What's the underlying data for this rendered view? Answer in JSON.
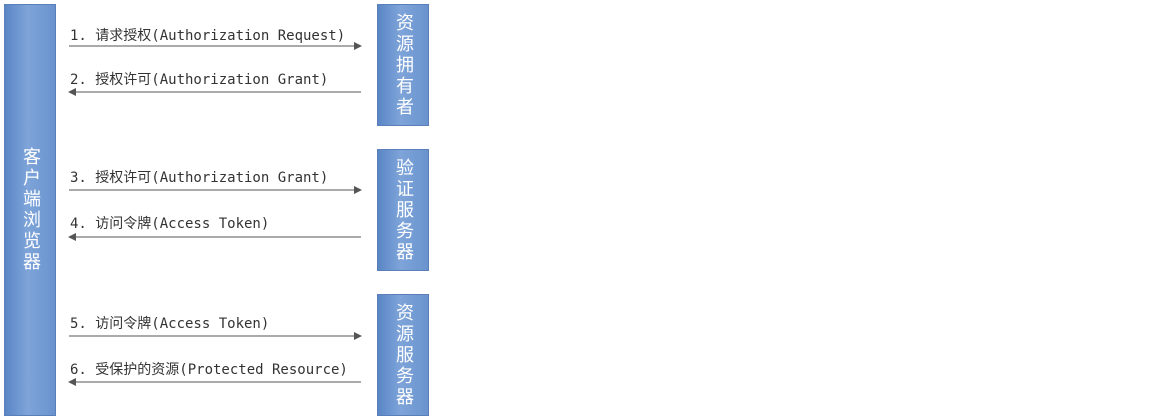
{
  "actors": {
    "client": "客户端浏览器",
    "resource_owner": "资源拥有者",
    "auth_server": "验证服务器",
    "resource_server": "资源服务器"
  },
  "messages": [
    {
      "label": "1. 请求授权(Authorization Request)",
      "direction": "right"
    },
    {
      "label": "2. 授权许可(Authorization Grant)",
      "direction": "left"
    },
    {
      "label": "3. 授权许可(Authorization Grant)",
      "direction": "right"
    },
    {
      "label": "4. 访问令牌(Access Token)",
      "direction": "left"
    },
    {
      "label": "5. 访问令牌(Access Token)",
      "direction": "right"
    },
    {
      "label": "6. 受保护的资源(Protected Resource)",
      "direction": "left"
    }
  ],
  "colors": {
    "box_fill": "#6f98d3",
    "box_border": "#5b7fb8",
    "arrow": "#555555",
    "text": "#333333"
  }
}
